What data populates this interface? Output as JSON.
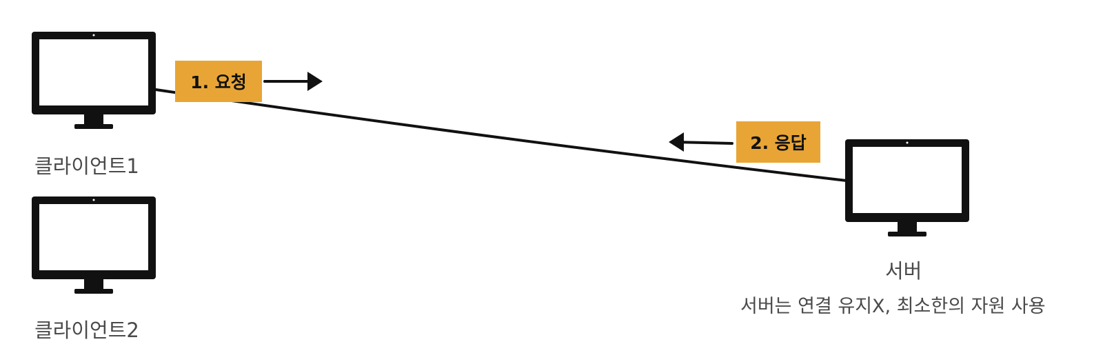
{
  "clients": [
    {
      "label": "클라이언트1"
    },
    {
      "label": "클라이언트2"
    }
  ],
  "server": {
    "label": "서버",
    "note": "서버는 연결 유지X, 최소한의 자원 사용"
  },
  "steps": {
    "request": "1. 요청",
    "response": "2. 응답"
  },
  "colors": {
    "tag": "#e8a535",
    "monitor": "#111111",
    "text": "#4a4a4a"
  },
  "icons": {
    "client": "monitor-icon",
    "server": "monitor-icon",
    "request_arrow": "arrow-right-icon",
    "response_arrow": "arrow-left-icon"
  }
}
